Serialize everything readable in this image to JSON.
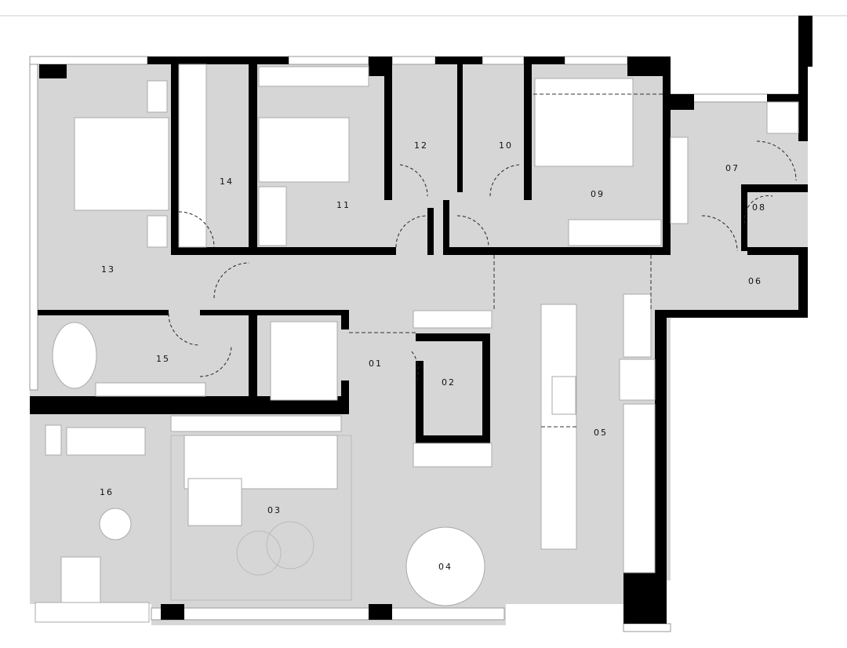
{
  "plan": {
    "rooms": [
      {
        "id": "01"
      },
      {
        "id": "02"
      },
      {
        "id": "03"
      },
      {
        "id": "04"
      },
      {
        "id": "05"
      },
      {
        "id": "06"
      },
      {
        "id": "07"
      },
      {
        "id": "08"
      },
      {
        "id": "09"
      },
      {
        "id": "10"
      },
      {
        "id": "11"
      },
      {
        "id": "12"
      },
      {
        "id": "13"
      },
      {
        "id": "14"
      },
      {
        "id": "15"
      },
      {
        "id": "16"
      }
    ]
  }
}
